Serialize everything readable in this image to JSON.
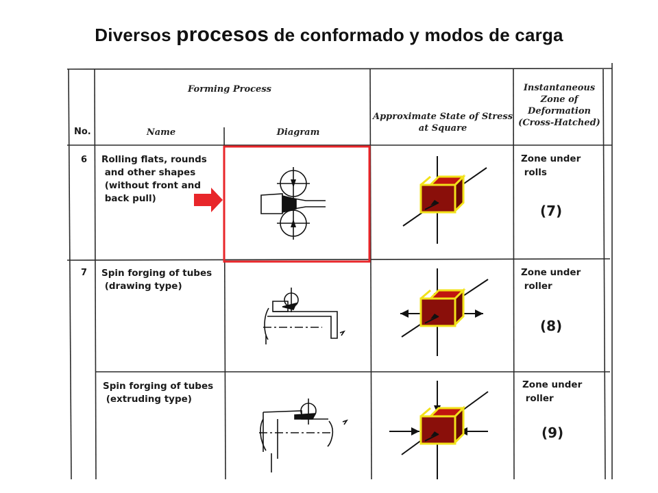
{
  "title": {
    "part1": "Diversos ",
    "part2": "procesos",
    "part3": " de conformado y modos de carga"
  },
  "table": {
    "headers": {
      "no": "No.",
      "forming_process": "Forming Process",
      "name": "Name",
      "diagram": "Diagram",
      "stress": [
        "Approximate State of Stress",
        "at Square"
      ],
      "zone": [
        "Instantaneous",
        "Zone of",
        "Deformation",
        "(Cross-Hatched)"
      ]
    },
    "rows": [
      {
        "no": "6",
        "name": "Rolling flats, rounds\n and other shapes\n (without front and\n back pull)",
        "zone": "Zone under\n rolls",
        "ref": "(7)"
      },
      {
        "no": "7",
        "name": "Spin forging of tubes\n (drawing type)",
        "zone": "Zone under\n roller",
        "ref": "(8)"
      },
      {
        "no": "",
        "name": "Spin forging of tubes\n (extruding type)",
        "zone": "Zone under\n roller",
        "ref": "(9)"
      }
    ]
  },
  "colors": {
    "highlight": "#e8262a",
    "cube_fill": "#8a0f0a",
    "cube_edge": "#f2e21a",
    "ink": "#1a1a1a"
  }
}
